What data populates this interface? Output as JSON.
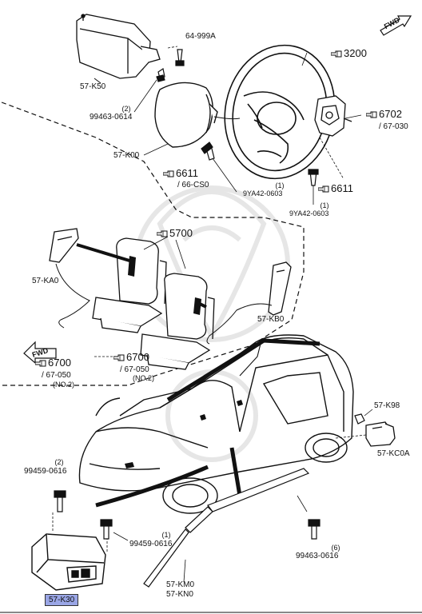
{
  "labels": {
    "p64999a": "64-999A",
    "p57k50": "57-K50",
    "q99463_2": "(2)",
    "p99463_0614": "99463-0614",
    "p57k00": "57-K00",
    "r3200": "3200",
    "r6702": "6702",
    "p67030": "/ 67-030",
    "r6611a": "6611",
    "p66cs0": "/ 66-CS0",
    "q9ya42_1a": "(1)",
    "p9ya42a": "9YA42-0603",
    "r6611b": "6611",
    "q9ya42_1b": "(1)",
    "p9ya42b": "9YA42-0603",
    "r5700": "5700",
    "p57ka0": "57-KA0",
    "p57kb0": "57-KB0",
    "r6700a": "6700",
    "p67050a": "/ 67-050",
    "n_no2a": "(NO.2)",
    "r6700b": "6700",
    "p67050b": "/ 67-050",
    "n_no2b": "(NO.2)",
    "p57k98": "57-K98",
    "p57kc0a": "57-KC0A",
    "q99459_2": "(2)",
    "p99459_0616a": "99459-0616",
    "q99459_1": "(1)",
    "p99459_0616b": "99459-0616",
    "q99463_6": "(6)",
    "p99463_0616": "99463-0616",
    "p57km0": "57-KM0",
    "p57kn0": "57-KN0",
    "p57k30": "57-K30",
    "fwd": "FWD"
  },
  "colors": {
    "line": "#111111",
    "highlight": "#9aa6e6",
    "watermark": "#e6e6e6"
  },
  "icons": [
    "finger-pointer-icon",
    "fwd-arrow-icon"
  ]
}
